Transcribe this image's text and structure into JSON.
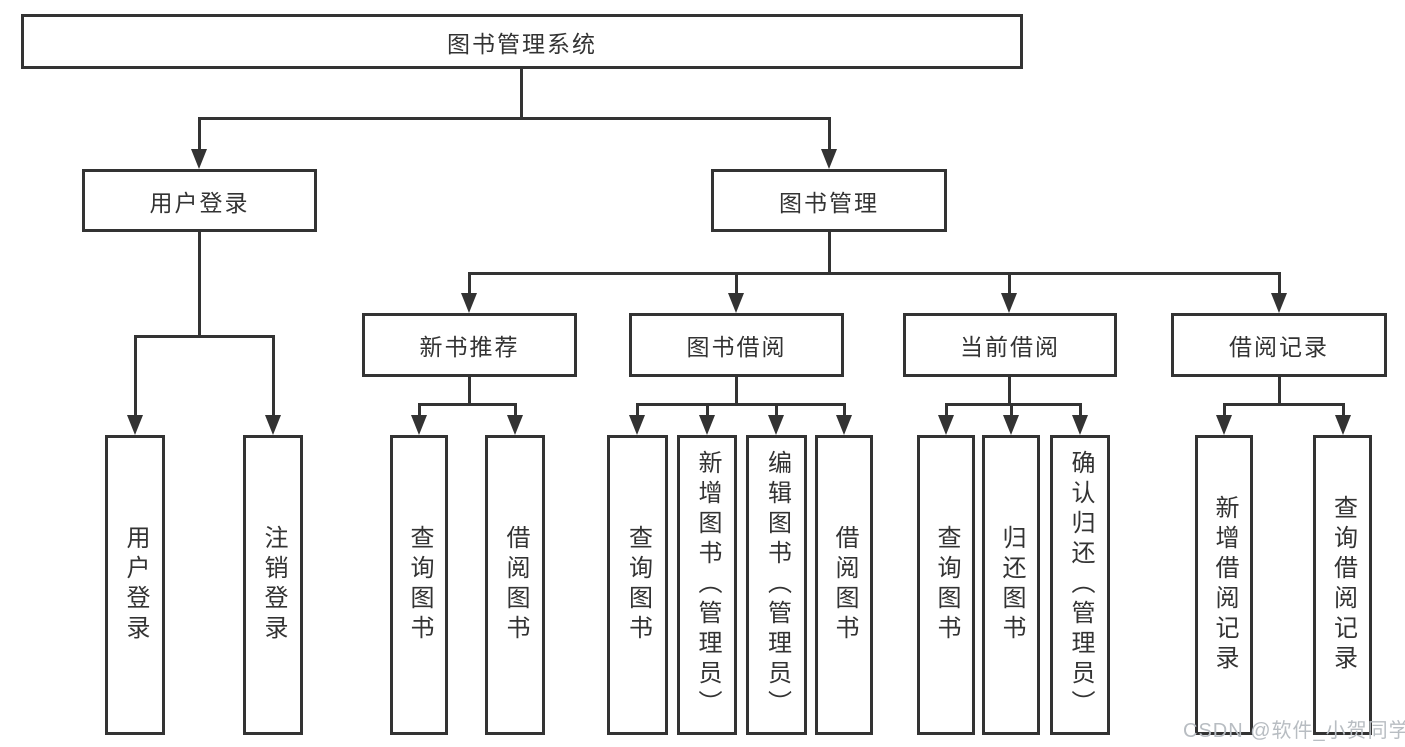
{
  "diagram": {
    "root": {
      "label": "图书管理系统"
    },
    "branches": [
      {
        "label": "用户登录",
        "children": [
          {
            "label": "用户登录"
          },
          {
            "label": "注销登录"
          }
        ]
      },
      {
        "label": "图书管理",
        "children": [
          {
            "label": "新书推荐",
            "children": [
              {
                "label": "查询图书"
              },
              {
                "label": "借阅图书"
              }
            ]
          },
          {
            "label": "图书借阅",
            "children": [
              {
                "label": "查询图书"
              },
              {
                "label": "新增图书（管理员）"
              },
              {
                "label": "编辑图书（管理员）"
              },
              {
                "label": "借阅图书"
              }
            ]
          },
          {
            "label": "当前借阅",
            "children": [
              {
                "label": "查询图书"
              },
              {
                "label": "归还图书"
              },
              {
                "label": "确认归还（管理员）"
              }
            ]
          },
          {
            "label": "借阅记录",
            "children": [
              {
                "label": "新增借阅记录"
              },
              {
                "label": "查询借阅记录"
              }
            ]
          }
        ]
      }
    ]
  },
  "watermark": {
    "text": "CSDN @软件_小贺同学"
  },
  "colors": {
    "line": "#333333",
    "text": "#333333",
    "background": "#ffffff",
    "watermark": "#b8bdc2"
  }
}
